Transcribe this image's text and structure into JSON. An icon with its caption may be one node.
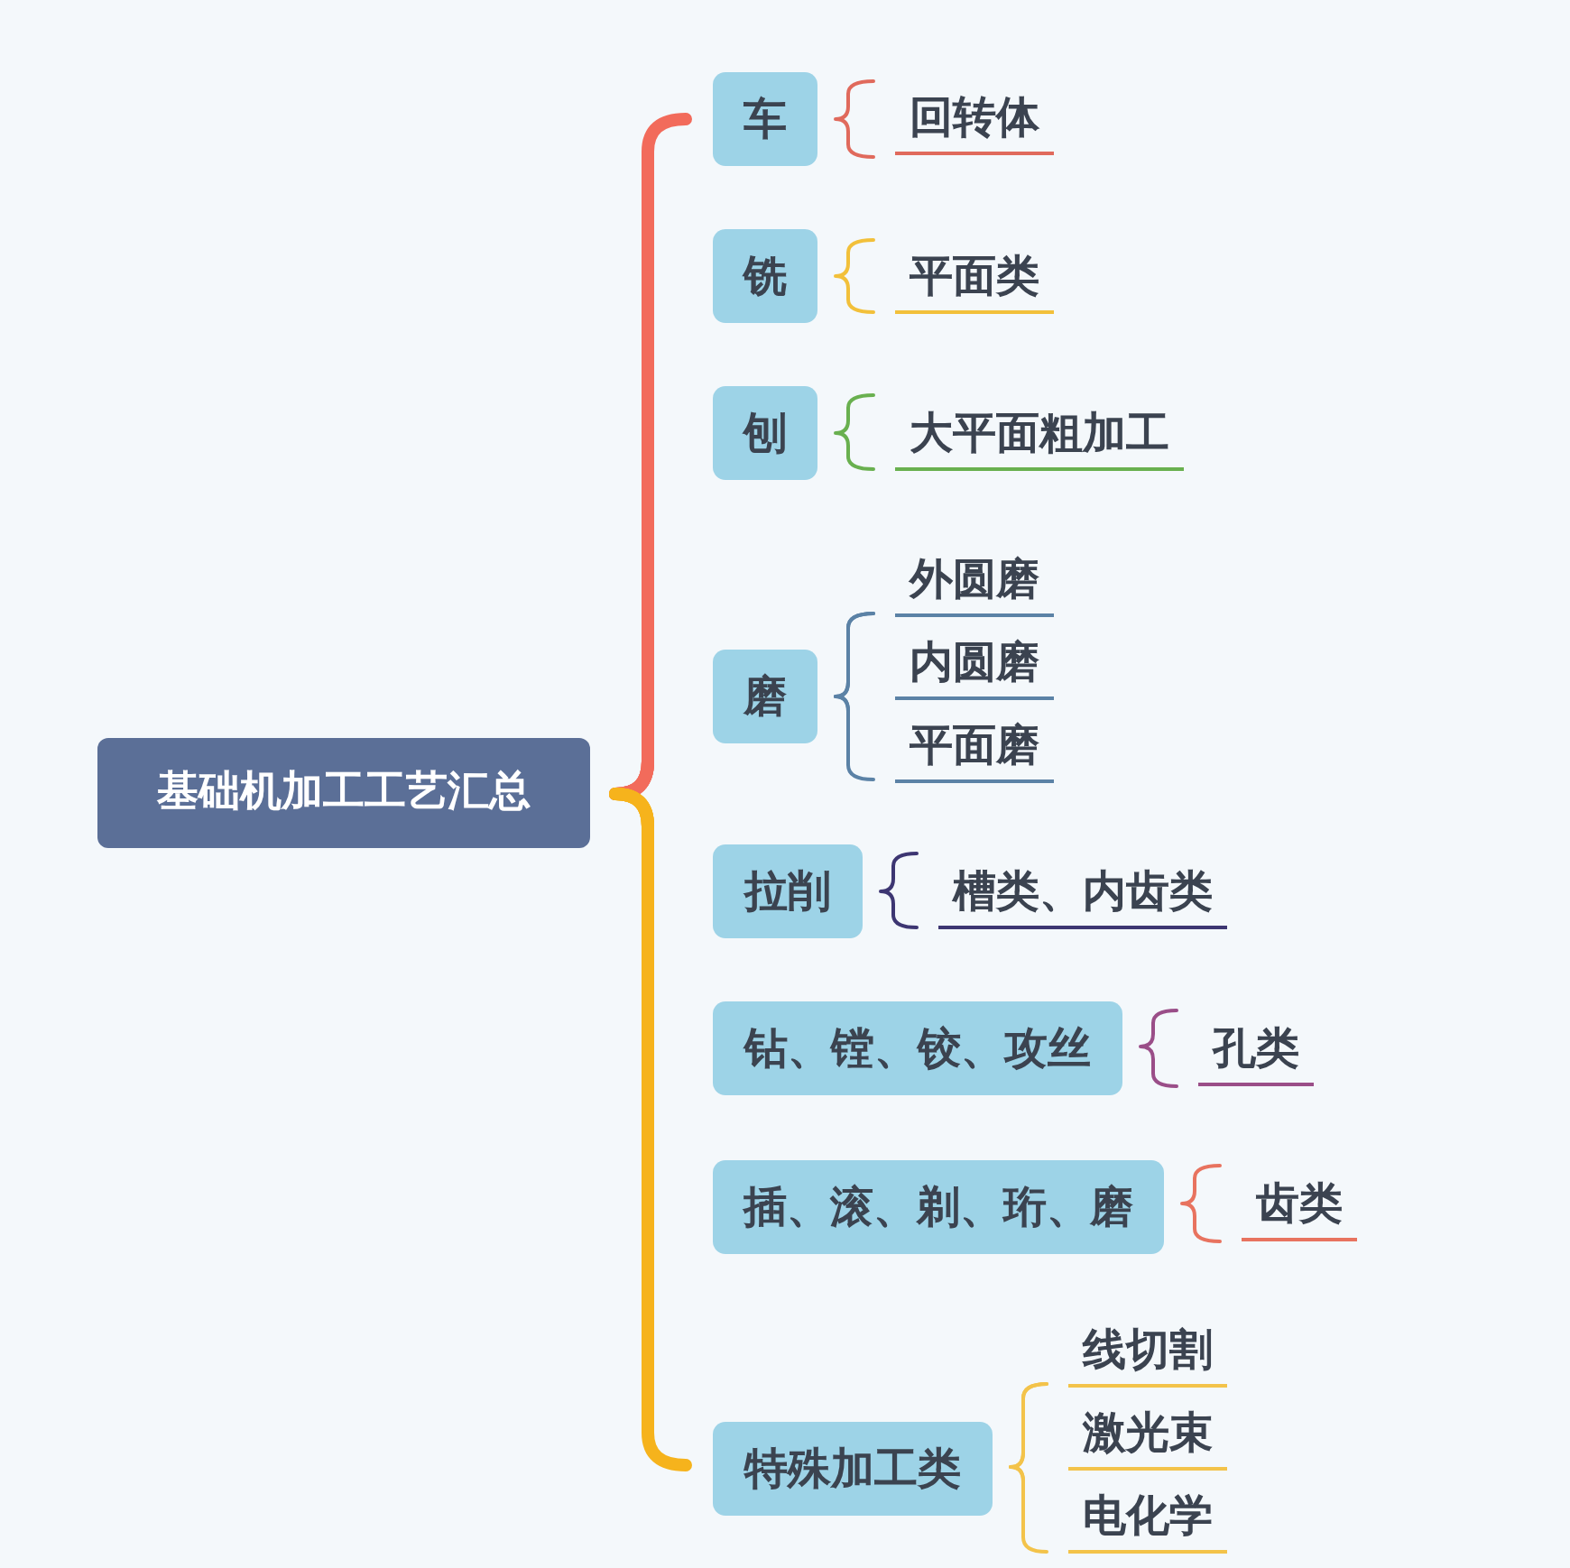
{
  "diagram": {
    "nodes": [
      {
        "text": [
          "基础机加工工艺汇总"
        ]
      },
      {
        "text": [
          "车"
        ]
      },
      {
        "text": [
          "回转体"
        ]
      },
      {
        "text": [
          "铣"
        ]
      },
      {
        "text": [
          "平面类"
        ]
      },
      {
        "text": [
          "刨"
        ]
      },
      {
        "text": [
          "大平面粗加工"
        ]
      },
      {
        "text": [
          "磨"
        ]
      },
      {
        "text": [
          "外圆磨"
        ]
      },
      {
        "text": [
          "内圆磨"
        ]
      },
      {
        "text": [
          "平面磨"
        ]
      },
      {
        "text": [
          "拉削"
        ]
      },
      {
        "text": [
          "槽类、内齿类"
        ]
      },
      {
        "text": [
          "钻、镗、铰、攻丝"
        ]
      },
      {
        "text": [
          "孔类"
        ]
      },
      {
        "text": [
          "插、滚、剃、珩、磨"
        ]
      },
      {
        "text": [
          "齿类"
        ]
      },
      {
        "text": [
          "特殊加工类"
        ]
      },
      {
        "text": [
          "线切割"
        ]
      },
      {
        "text": [
          "激光束"
        ]
      },
      {
        "text": [
          "电化学"
        ]
      }
    ],
    "edges": [
      {
        "from": 0,
        "to": 1,
        "arrow": "none",
        "style": "thick",
        "color": "#f26b5b"
      },
      {
        "from": 0,
        "to": 3,
        "arrow": "none",
        "style": "thick",
        "color": "#f26b5b"
      },
      {
        "from": 0,
        "to": 5,
        "arrow": "none",
        "style": "thick",
        "color": "#f26b5b"
      },
      {
        "from": 0,
        "to": 7,
        "arrow": "none",
        "style": "thick",
        "color": "#f26b5b"
      },
      {
        "from": 0,
        "to": 11,
        "arrow": "none",
        "style": "thick",
        "color": "#f6b31c"
      },
      {
        "from": 0,
        "to": 13,
        "arrow": "none",
        "style": "thick",
        "color": "#f6b31c"
      },
      {
        "from": 0,
        "to": 15,
        "arrow": "none",
        "style": "thick",
        "color": "#f6b31c"
      },
      {
        "from": 0,
        "to": 17,
        "arrow": "none",
        "style": "thick",
        "color": "#f6b31c"
      },
      {
        "from": 1,
        "to": 2,
        "arrow": "none",
        "color": "#e06a5c"
      },
      {
        "from": 3,
        "to": 4,
        "arrow": "none",
        "color": "#f2c03a"
      },
      {
        "from": 5,
        "to": 6,
        "arrow": "none",
        "color": "#69b04f"
      },
      {
        "from": 7,
        "to": 8,
        "arrow": "none",
        "color": "#5b82a6"
      },
      {
        "from": 7,
        "to": 9,
        "arrow": "none",
        "color": "#5b82a6"
      },
      {
        "from": 7,
        "to": 10,
        "arrow": "none",
        "color": "#5b82a6"
      },
      {
        "from": 11,
        "to": 12,
        "arrow": "none",
        "color": "#3d3672"
      },
      {
        "from": 13,
        "to": 14,
        "arrow": "none",
        "color": "#9a4e88"
      },
      {
        "from": 15,
        "to": 16,
        "arrow": "none",
        "color": "#e8735f"
      },
      {
        "from": 17,
        "to": 18,
        "arrow": "none",
        "color": "#f3c34a"
      },
      {
        "from": 17,
        "to": 19,
        "arrow": "none",
        "color": "#f3c34a"
      },
      {
        "from": 17,
        "to": 20,
        "arrow": "none",
        "color": "#f3c34a"
      }
    ]
  }
}
